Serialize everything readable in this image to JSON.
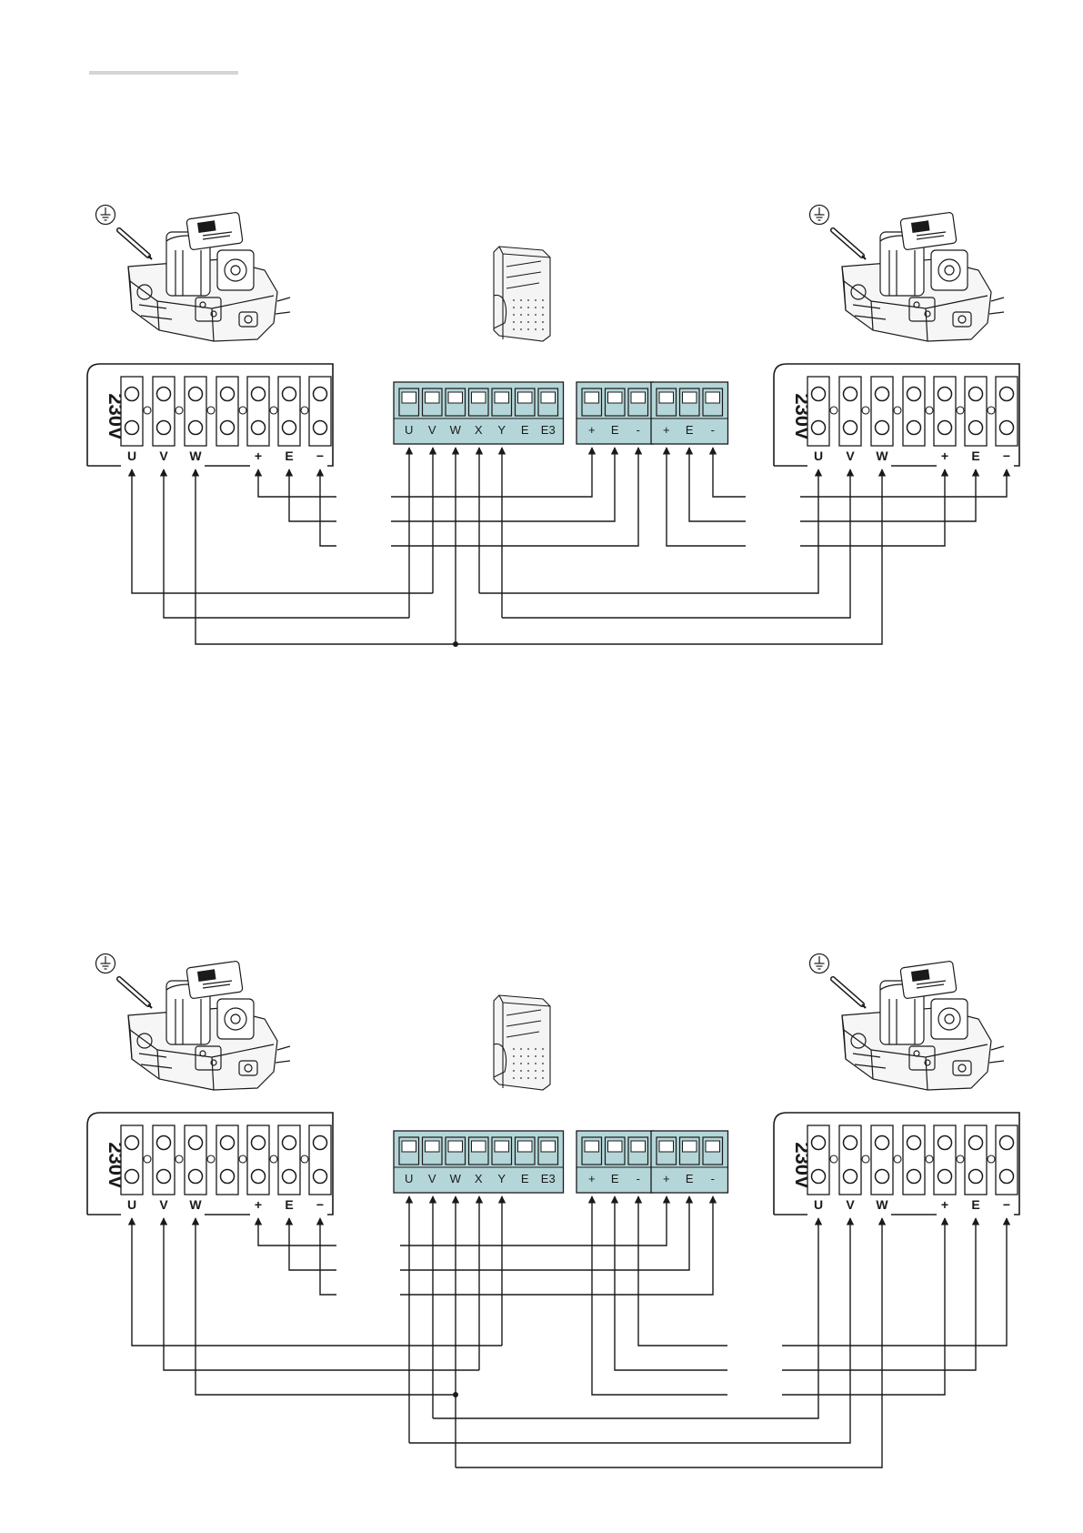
{
  "colors": {
    "terminal_fill": "#b5d6d8",
    "line": "#1a1a1a",
    "header_rule": "#d4d4d4"
  },
  "motor_terminal": {
    "voltage_label": "230V",
    "labels": [
      "U",
      "V",
      "W",
      "+",
      "E",
      "−"
    ]
  },
  "control_unit": {
    "motor_block_labels": [
      "U",
      "V",
      "W",
      "X",
      "Y",
      "E",
      "E3"
    ],
    "encoder_block_1_labels": [
      "+",
      "E",
      "-"
    ],
    "encoder_block_2_labels": [
      "+",
      "E",
      "-"
    ]
  },
  "icons": {
    "earth": "earth-ground-icon",
    "motor": "gearmotor-icon",
    "control_box": "control-box-icon"
  }
}
